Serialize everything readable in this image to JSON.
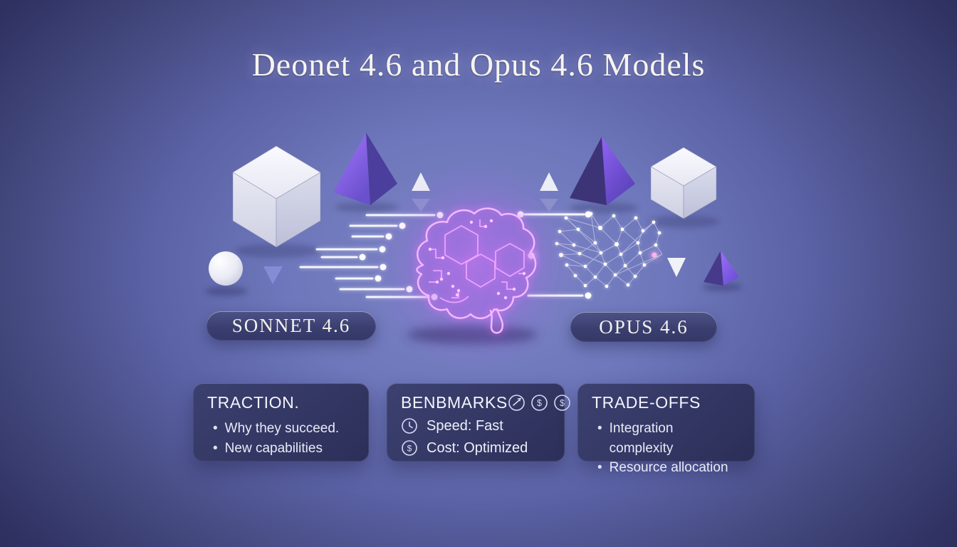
{
  "title": "Deonet 4.6 and Opus 4.6 Models",
  "model_labels": {
    "sonnet": "SONNET 4.6",
    "opus": "OPUS 4.6"
  },
  "cards": {
    "traction": {
      "title": "TRACTION.",
      "items": [
        "Why they succeed.",
        "New capabilities"
      ]
    },
    "benchmarks": {
      "title": "BENBMARKS",
      "header_icons": [
        "gauge-icon",
        "dollar-circle-icon",
        "dollar-circle-icon"
      ],
      "rows": [
        {
          "icon": "clock-icon",
          "text": "Speed: Fast"
        },
        {
          "icon": "dollar-icon",
          "text": "Cost: Optimized"
        }
      ]
    },
    "tradeoffs": {
      "title": "TRADE-OFFS",
      "items": [
        "Integration complexity",
        "Resource allocation"
      ]
    }
  },
  "colors": {
    "background_center": "#7d85c6",
    "background_edge": "#262951",
    "neon_brain_glow": "#d96bff",
    "pyramid_purple": "#7c52e8",
    "shape_white": "#eef0f8",
    "card_background": "#32365f",
    "pill_background": "#3b3f70",
    "text_primary": "#f3f4fc"
  },
  "decor": {
    "illustrations": [
      "cube",
      "pyramid",
      "sphere",
      "triangle",
      "speed-lines",
      "circuit-brain",
      "network-graph"
    ]
  }
}
